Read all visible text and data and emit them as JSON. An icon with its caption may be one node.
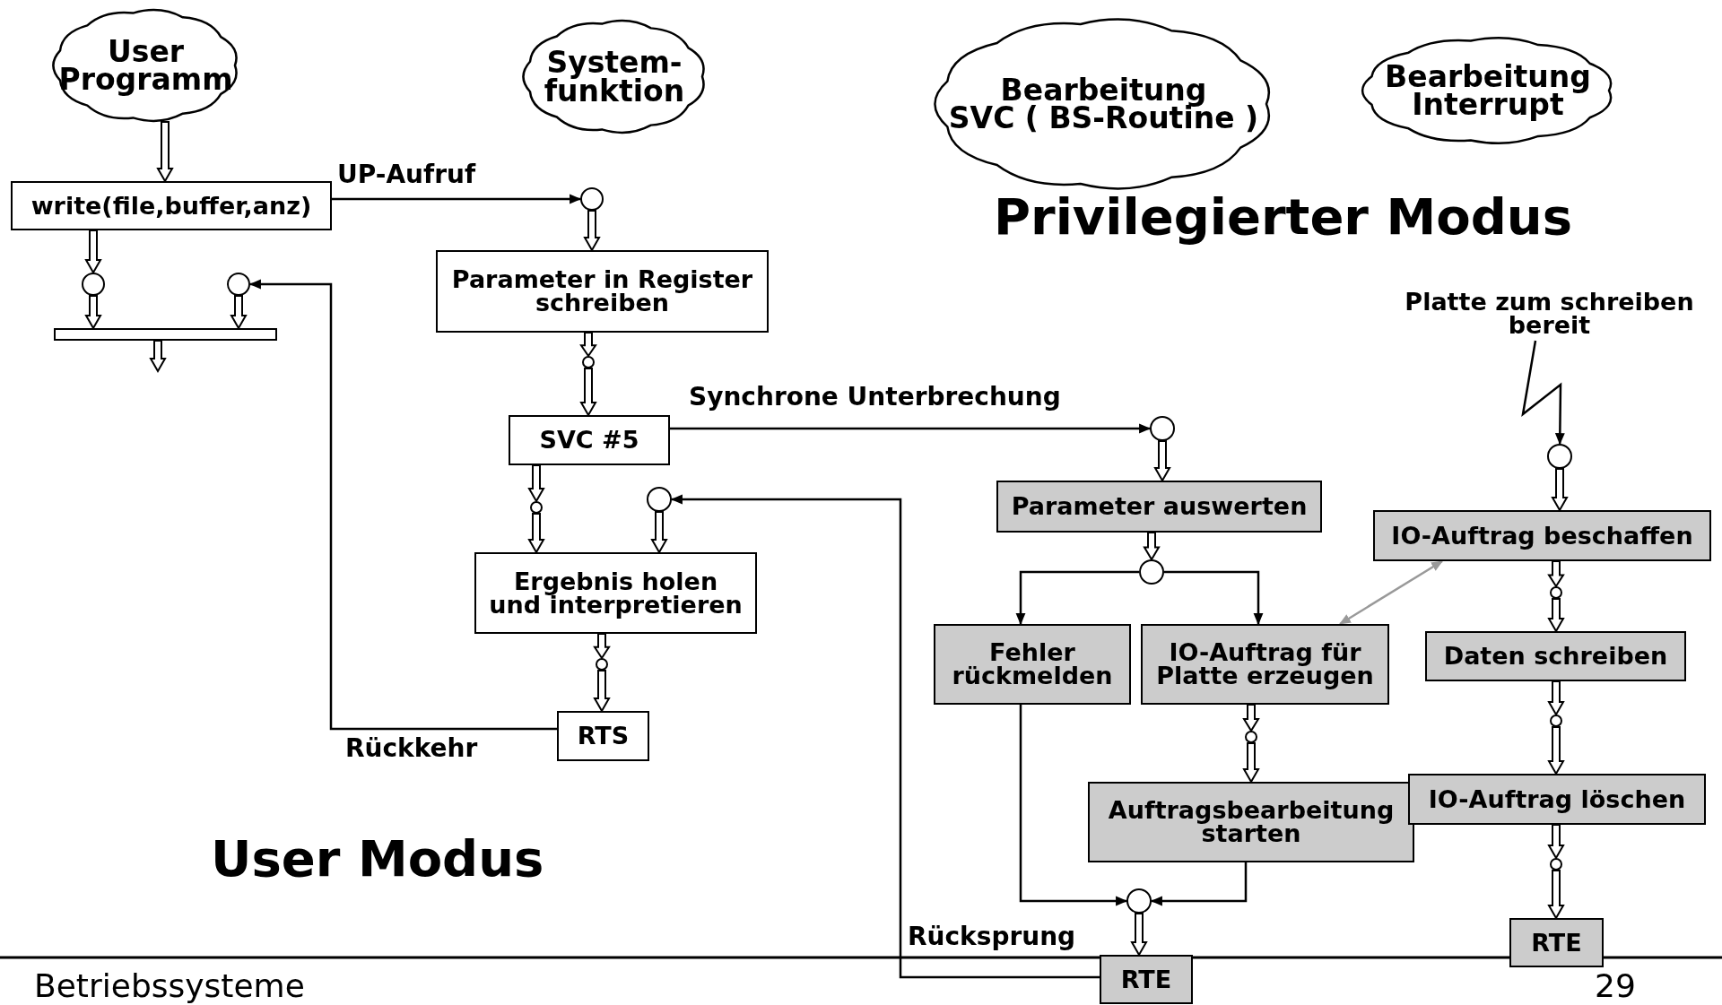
{
  "diagram": {
    "nodes": [
      {
        "text": [
          "User Programm"
        ]
      },
      {
        "text": [
          "System- funktion"
        ]
      },
      {
        "text": [
          "Bearbeitung SVC ( BS-Routine )"
        ]
      },
      {
        "text": [
          "Bearbeitung Interrupt"
        ]
      },
      {
        "text": [
          "write(file,buffer,anz)"
        ]
      },
      {
        "text": [],
        "shape": "circle"
      },
      {
        "text": [],
        "shape": "circle"
      },
      {
        "text": [],
        "shape": "bar"
      },
      {
        "text": [],
        "shape": "circle"
      },
      {
        "text": [
          "Parameter in Register schreiben"
        ]
      },
      {
        "text": [],
        "shape": "circle"
      },
      {
        "text": [
          "SVC #5"
        ]
      },
      {
        "text": [],
        "shape": "circle"
      },
      {
        "text": [],
        "shape": "circle"
      },
      {
        "text": [
          "Ergebnis holen und interpretieren"
        ]
      },
      {
        "text": [],
        "shape": "circle"
      },
      {
        "text": [
          "RTS"
        ]
      },
      {
        "text": [],
        "shape": "circle"
      },
      {
        "text": [
          "Parameter auswerten"
        ]
      },
      {
        "text": [],
        "shape": "circle"
      },
      {
        "text": [
          "Fehler rückmelden"
        ]
      },
      {
        "text": [
          "IO-Auftrag für Platte erzeugen"
        ]
      },
      {
        "text": [],
        "shape": "circle"
      },
      {
        "text": [
          "Auftragsbearbeitung starten"
        ]
      },
      {
        "text": [],
        "shape": "circle"
      },
      {
        "text": [
          "RTE"
        ]
      },
      {
        "text": [],
        "shape": "circle"
      },
      {
        "text": [
          "IO-Auftrag beschaffen"
        ]
      },
      {
        "text": [],
        "shape": "circle"
      },
      {
        "text": [
          "Daten schreiben"
        ]
      },
      {
        "text": [],
        "shape": "circle"
      },
      {
        "text": [
          "IO-Auftrag löschen"
        ]
      },
      {
        "text": [],
        "shape": "circle"
      },
      {
        "text": [
          "RTE"
        ]
      },
      {
        "text": [
          "Platte zum schreiben bereit"
        ]
      }
    ],
    "edges": [
      {
        "from": 0,
        "to": 4,
        "arrow": "to"
      },
      {
        "from": 4,
        "to": 5,
        "arrow": "to"
      },
      {
        "from": 5,
        "to": 7,
        "arrow": "to"
      },
      {
        "from": 6,
        "to": 7,
        "arrow": "to"
      },
      {
        "from": 7,
        "to": null,
        "arrow": "to"
      },
      {
        "from": 4,
        "to": 8,
        "arrow": "to",
        "label": "UP-Aufruf"
      },
      {
        "from": 8,
        "to": 9,
        "arrow": "to"
      },
      {
        "from": 9,
        "to": 10,
        "arrow": "to"
      },
      {
        "from": 10,
        "to": 11,
        "arrow": "to"
      },
      {
        "from": 11,
        "to": 17,
        "arrow": "to",
        "label": "Synchrone Unterbrechung"
      },
      {
        "from": 11,
        "to": 12,
        "arrow": "to"
      },
      {
        "from": 12,
        "to": 14,
        "arrow": "to"
      },
      {
        "from": 13,
        "to": 14,
        "arrow": "to"
      },
      {
        "from": 14,
        "to": 15,
        "arrow": "to"
      },
      {
        "from": 15,
        "to": 16,
        "arrow": "to"
      },
      {
        "from": 16,
        "to": 6,
        "arrow": "to",
        "label": "Rückkehr"
      },
      {
        "from": 17,
        "to": 18,
        "arrow": "to"
      },
      {
        "from": 18,
        "to": 19,
        "arrow": "to"
      },
      {
        "from": 19,
        "to": 20,
        "arrow": "to"
      },
      {
        "from": 19,
        "to": 21,
        "arrow": "to"
      },
      {
        "from": 21,
        "to": 27,
        "arrow": "both",
        "color": "#999999"
      },
      {
        "from": 21,
        "to": 22,
        "arrow": "to"
      },
      {
        "from": 22,
        "to": 23,
        "arrow": "to"
      },
      {
        "from": 20,
        "to": 24,
        "arrow": "to"
      },
      {
        "from": 23,
        "to": 24,
        "arrow": "to"
      },
      {
        "from": 24,
        "to": 25,
        "arrow": "to"
      },
      {
        "from": 25,
        "to": 13,
        "arrow": "to",
        "label": "Rücksprung"
      },
      {
        "from": 34,
        "to": 26,
        "arrow": "to"
      },
      {
        "from": 26,
        "to": 27,
        "arrow": "to"
      },
      {
        "from": 27,
        "to": 28,
        "arrow": "to"
      },
      {
        "from": 28,
        "to": 29,
        "arrow": "to"
      },
      {
        "from": 29,
        "to": 30,
        "arrow": "to"
      },
      {
        "from": 30,
        "to": 31,
        "arrow": "to"
      },
      {
        "from": 31,
        "to": 32,
        "arrow": "to"
      },
      {
        "from": 32,
        "to": 33,
        "arrow": "to"
      }
    ],
    "labels": [
      "Privilegierter Modus",
      "User Modus",
      "Betriebssysteme",
      "29"
    ]
  }
}
